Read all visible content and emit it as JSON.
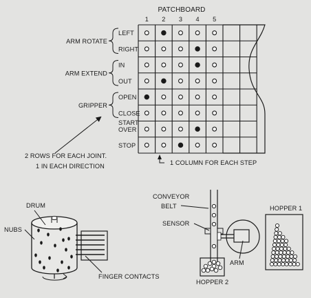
{
  "patchboard": {
    "title": "PATCHBOARD",
    "columns": [
      "1",
      "2",
      "3",
      "4",
      "5"
    ],
    "rows": [
      {
        "label": "LEFT",
        "pins": [
          0,
          1,
          0,
          0,
          0
        ]
      },
      {
        "label": "RIGHT",
        "pins": [
          0,
          0,
          0,
          1,
          0
        ]
      },
      {
        "label": "IN",
        "pins": [
          0,
          0,
          0,
          1,
          0
        ]
      },
      {
        "label": "OUT",
        "pins": [
          0,
          1,
          0,
          0,
          0
        ]
      },
      {
        "label": "OPEN",
        "pins": [
          1,
          0,
          0,
          0,
          0
        ]
      },
      {
        "label": "CLOSE",
        "pins": [
          0,
          0,
          0,
          0,
          0
        ]
      },
      {
        "label": "START OVER",
        "pins": [
          0,
          0,
          0,
          1,
          0
        ]
      },
      {
        "label": "STOP",
        "pins": [
          0,
          0,
          1,
          0,
          0
        ]
      }
    ],
    "groups": [
      {
        "label": "ARM ROTATE",
        "rows": [
          0,
          1
        ]
      },
      {
        "label": "ARM EXTEND",
        "rows": [
          2,
          3
        ]
      },
      {
        "label": "GRIPPER",
        "rows": [
          4,
          5
        ]
      }
    ],
    "row_note": [
      "2 ROWS FOR EACH JOINT.",
      "1 IN EACH DIRECTION"
    ],
    "column_note": "1 COLUMN FOR EACH STEP"
  },
  "drum": {
    "drum_label": "DRUM",
    "nubs_label": "NUBS",
    "contacts_label": "FINGER CONTACTS"
  },
  "conveyor": {
    "belt_label": [
      "CONVEYOR",
      "BELT"
    ],
    "sensor_label": "SENSOR",
    "arm_label": "ARM",
    "hopper1_label": "HOPPER 1",
    "hopper2_label": "HOPPER 2"
  }
}
